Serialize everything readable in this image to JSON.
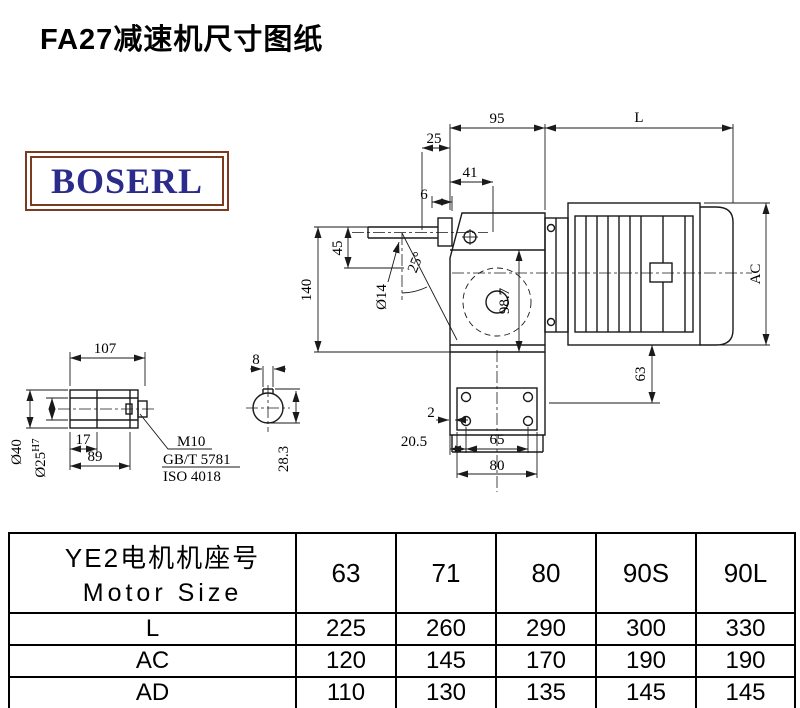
{
  "page": {
    "title": "FA27减速机尺寸图纸"
  },
  "logo": {
    "text": "BOSERL",
    "border_color": "#7a3b1e",
    "text_color": "#2b2b8c"
  },
  "drawing": {
    "dims": {
      "d95": "95",
      "dL": "L",
      "d25": "25",
      "d41": "41",
      "d6": "6",
      "d45": "45",
      "d140": "140",
      "dia14": "Ø14",
      "angle25": "25°",
      "d98_7": "98.7",
      "dAC": "AC",
      "d63": "63",
      "d2": "2",
      "d20_5": "20.5",
      "d65": "65",
      "d80": "80",
      "d107": "107",
      "d8": "8",
      "d17": "17",
      "d89": "89",
      "dia40": "Ø40",
      "dia25": "Ø25",
      "h7": "H7",
      "m10": "M10",
      "gbt": "GB/T 5781",
      "iso": "ISO 4018",
      "d28_3": "28.3"
    }
  },
  "table": {
    "header_cn": "YE2电机机座号",
    "header_en": "Motor Size",
    "motor_sizes": [
      "63",
      "71",
      "80",
      "90S",
      "90L"
    ],
    "rows": [
      {
        "label": "L",
        "values": [
          "225",
          "260",
          "290",
          "300",
          "330"
        ]
      },
      {
        "label": "AC",
        "values": [
          "120",
          "145",
          "170",
          "190",
          "190"
        ]
      },
      {
        "label": "AD",
        "values": [
          "110",
          "130",
          "135",
          "145",
          "145"
        ]
      }
    ]
  }
}
